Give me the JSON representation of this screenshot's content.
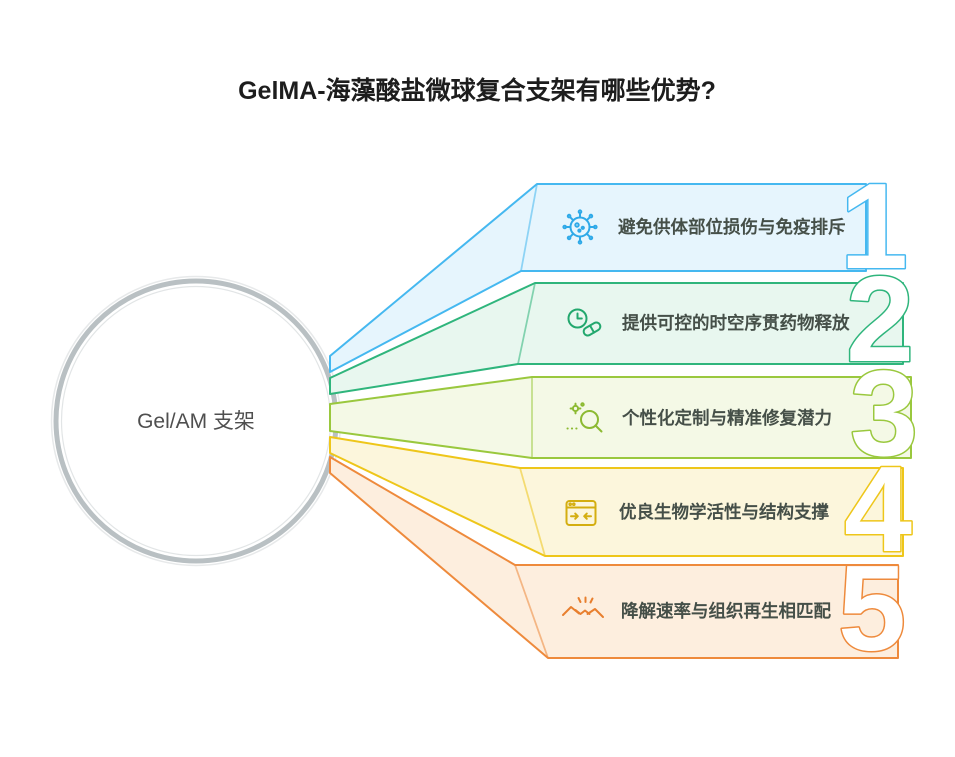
{
  "title": {
    "text": "GelMA-海藻酸盐微球复合支架有哪些优势?",
    "color": "#1d1d1d"
  },
  "center": {
    "label": "Gel/AM 支架",
    "label_color": "#4f4f4f",
    "ring_color": "#b9c0c3"
  },
  "items": [
    {
      "number": "1",
      "label": "避免供体部位损伤与免疫排斥",
      "icon": "virus-cell-icon",
      "color": "#45b8f0",
      "fill": "#e6f5fd",
      "icon_color": "#2ea9e8",
      "label_color": "#454f48"
    },
    {
      "number": "2",
      "label": "提供可控的时空序贯药物释放",
      "icon": "clock-pill-icon",
      "color": "#2fb57c",
      "fill": "#e8f7ef",
      "icon_color": "#23a86e",
      "label_color": "#454f48"
    },
    {
      "number": "3",
      "label": "个性化定制与精准修复潜力",
      "icon": "magnifier-microbes-icon",
      "color": "#9ac83e",
      "fill": "#f4f9e6",
      "icon_color": "#8cba32",
      "label_color": "#454f48"
    },
    {
      "number": "4",
      "label": "优良生物学活性与结构支撑",
      "icon": "window-compress-icon",
      "color": "#eec61a",
      "fill": "#fcf6dc",
      "icon_color": "#d4ae10",
      "label_color": "#454f48"
    },
    {
      "number": "5",
      "label": "降解速率与组织再生相匹配",
      "icon": "handshake-icon",
      "color": "#ee8a3c",
      "fill": "#fdeede",
      "icon_color": "#e87f2e",
      "label_color": "#454f48"
    }
  ]
}
